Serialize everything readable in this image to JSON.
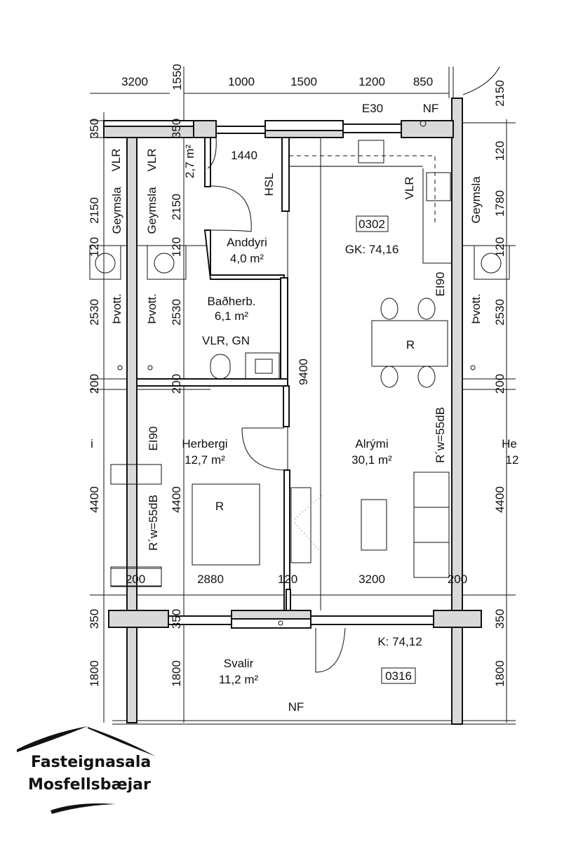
{
  "plan": {
    "top_dims": {
      "d3200": "3200",
      "d1550": "1550",
      "d1000": "1000",
      "d1500": "1500",
      "d1200": "1200",
      "d850": "850",
      "d2150r": "2150"
    },
    "top_labels": {
      "e30": "E30",
      "nf": "NF"
    },
    "left_dims": {
      "d350a": "350",
      "d350b": "350",
      "d2150a": "2150",
      "d2150b": "2150",
      "d120a": "120",
      "d120b": "120",
      "d2530a": "2530",
      "d2530b": "2530",
      "d200a": "200",
      "d200b": "200",
      "d4400a": "4400",
      "d4400b": "4400",
      "d350c": "350",
      "d350d": "350",
      "d1800a": "1800",
      "d1800b": "1800"
    },
    "right_dims": {
      "d120a": "120",
      "d1780": "1780",
      "d120b": "120",
      "d2530": "2530",
      "d200": "200",
      "d4400": "4400",
      "d350": "350",
      "d1800": "1800"
    },
    "inner_dims": {
      "d1440": "1440",
      "d9400": "9400"
    },
    "bottom_dims": {
      "d200a": "200",
      "d2880": "2880",
      "d120": "120",
      "d3200": "3200",
      "d200b": "200"
    },
    "labels": {
      "vlr1": "VLR",
      "vlr2": "VLR",
      "vlr3": "VLR",
      "geymsla1": "Geymsla",
      "geymsla2": "Geymsla",
      "geymsla3": "Geymsla",
      "storage_area": "2,7 m²",
      "hsl": "HSL",
      "unit_id": "0302",
      "gk": "GK: 74,16",
      "anddyri": "Anddyri",
      "anddyri_area": "4,0 m²",
      "ei90a": "EI90",
      "ei90b": "EI90",
      "thvott1": "Þvott.",
      "thvott2": "Þvott.",
      "thvott3": "Þvott.",
      "badherb": "Baðherb.",
      "badherb_area": "6,1 m²",
      "vlr_gn": "VLR, GN",
      "r_table": "R",
      "r_bed": "R",
      "herbergi": "Herbergi",
      "herbergi_area": "12,7 m²",
      "alrymi": "Alrými",
      "alrymi_area": "30,1 m²",
      "rw1": "R´w=55dB",
      "rw2": "R´w=55dB",
      "he_cut": "He",
      "he_area_cut": "12",
      "i_cut": "i",
      "k": "K: 74,12",
      "svalir": "Svalir",
      "svalir_area": "11,2 m²",
      "balcony_id": "0316",
      "nf_bottom": "NF"
    }
  },
  "logo": {
    "line1": "Fasteignasala",
    "line2": "Mosfellsbæjar"
  }
}
